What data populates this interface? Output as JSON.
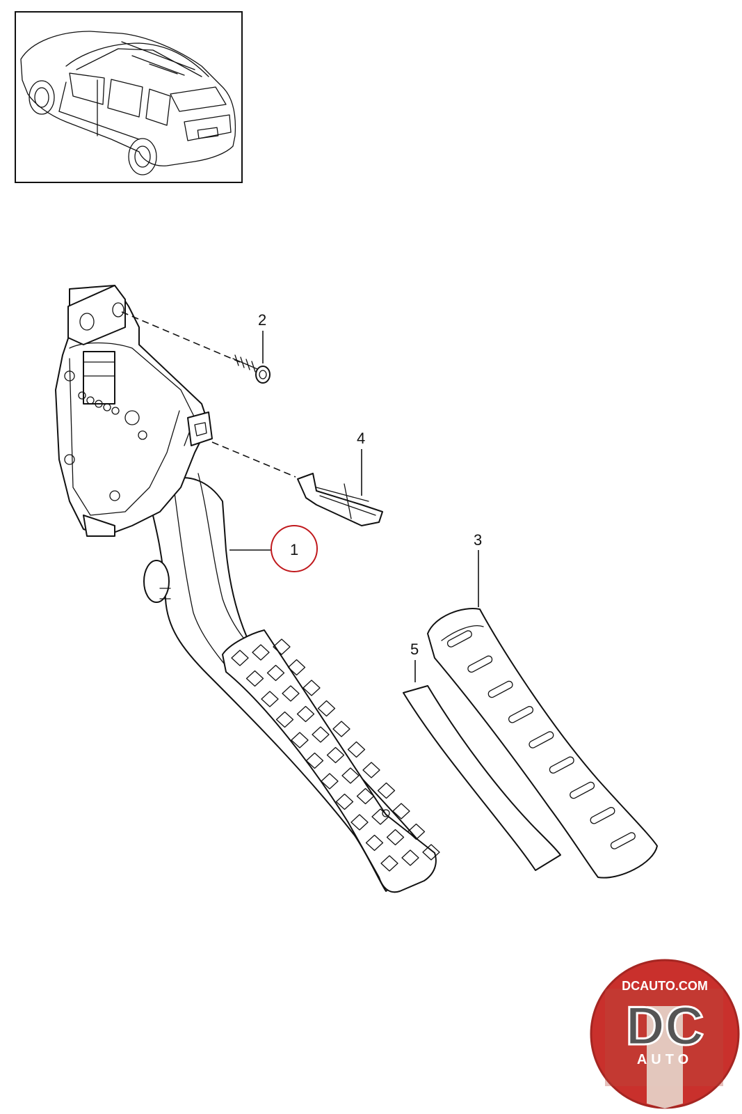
{
  "callouts": [
    {
      "id": "1",
      "label": "1",
      "highlighted": true
    },
    {
      "id": "2",
      "label": "2",
      "highlighted": false
    },
    {
      "id": "3",
      "label": "3",
      "highlighted": false
    },
    {
      "id": "4",
      "label": "4",
      "highlighted": false
    },
    {
      "id": "5",
      "label": "5",
      "highlighted": false
    }
  ],
  "logo": {
    "url_text": "DCAUTO.COM",
    "monogram": "DC",
    "subtitle": "AUTO"
  },
  "colors": {
    "line": "#111111",
    "highlight": "#c0191d",
    "badge": "#c9302c"
  },
  "icons": {
    "vehicle_thumbnail": "suv-vehicle-icon"
  }
}
